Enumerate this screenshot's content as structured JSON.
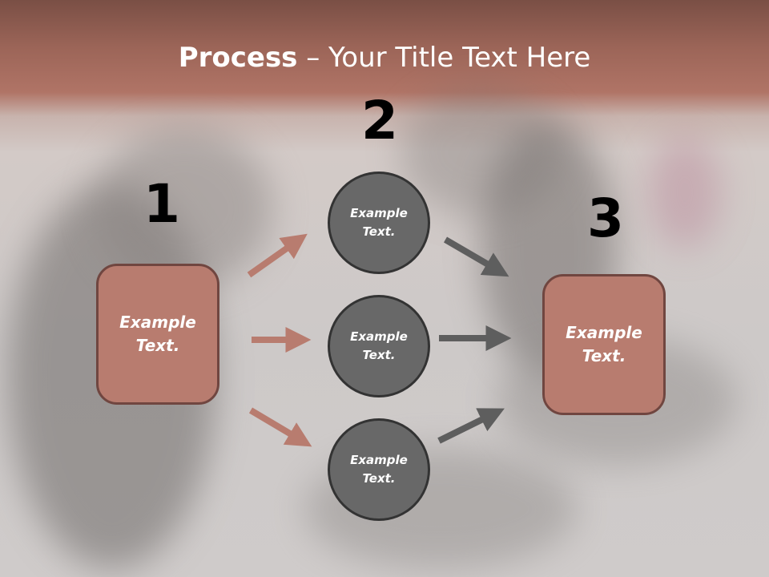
{
  "title": {
    "bold": "Process",
    "rest": " – Your Title Text Here"
  },
  "steps": [
    {
      "number": "1",
      "label_line1": "Example",
      "label_line2": "Text."
    },
    {
      "number": "2",
      "label_line1": "Example",
      "label_line2": "Text."
    },
    {
      "number": "3",
      "label_line1": "Example",
      "label_line2": "Text."
    }
  ],
  "middle_nodes": [
    {
      "label_line1": "Example",
      "label_line2": "Text."
    },
    {
      "label_line1": "Example",
      "label_line2": "Text."
    },
    {
      "label_line1": "Example",
      "label_line2": "Text."
    }
  ],
  "colors": {
    "header_band": "#9c6558",
    "box_fill": "#b87c6f",
    "box_border": "#704640",
    "circle_fill": "#686868",
    "arrow_left": "#b87c6f",
    "arrow_right": "#5e5e5e"
  }
}
